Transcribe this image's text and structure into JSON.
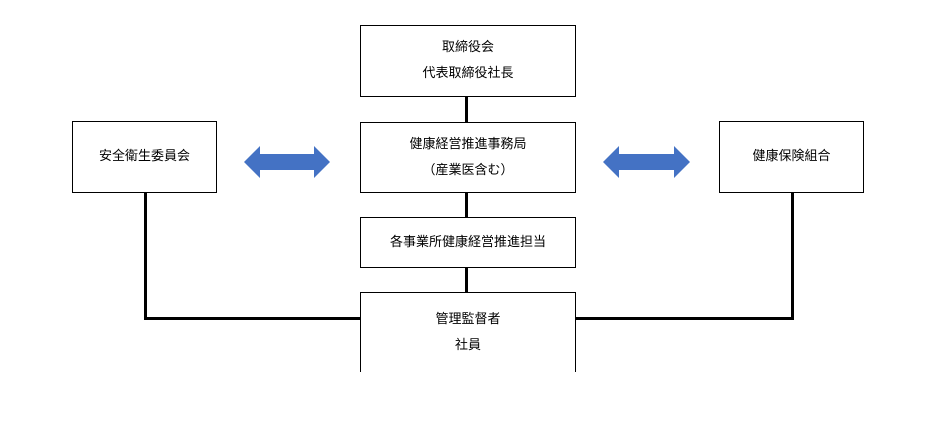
{
  "colors": {
    "arrow_fill": "#4472C4",
    "line": "#000000",
    "box_border": "#000000"
  },
  "boxes": {
    "board": {
      "line1": "取締役会",
      "line2": "代表取締役社長"
    },
    "promotion_office": {
      "line1": "健康経営推進事務局",
      "line2": "（産業医含む）"
    },
    "site_leads": {
      "line1": "各事業所健康経営推進担当"
    },
    "managers": {
      "line1": "管理監督者",
      "line2": "社員"
    },
    "safety_committee": {
      "line1": "安全衛生委員会"
    },
    "health_insurance": {
      "line1": "健康保険組合"
    }
  },
  "arrows": {
    "left": {
      "icon": "double-headed-arrow-icon"
    },
    "right": {
      "icon": "double-headed-arrow-icon"
    }
  }
}
